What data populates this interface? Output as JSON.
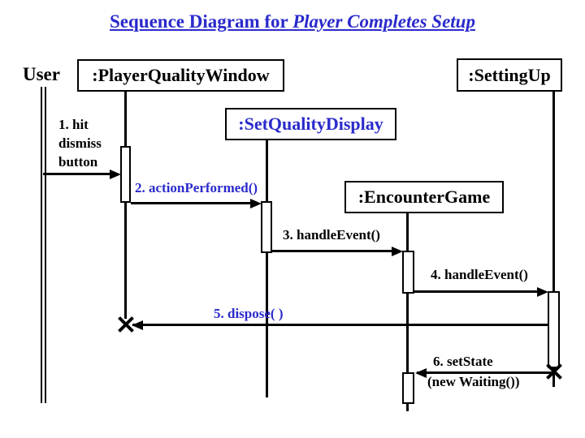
{
  "title": {
    "prefix": "Sequence Diagram for",
    "emphasis": "Player Completes Setup"
  },
  "colors": {
    "title_blue": "#2A2ACC",
    "message_blue": "#2A2ACC",
    "diagram_black": "#000000"
  },
  "user": {
    "label": "User"
  },
  "objects": [
    {
      "label": ":PlayerQualityWindow",
      "text_color": "#000000"
    },
    {
      "label": ":SetQualityDisplay",
      "text_color": "#2A2ACC"
    },
    {
      "label": ":EncounterGame",
      "text_color": "#000000"
    },
    {
      "label": ":SettingUp",
      "text_color": "#000000"
    }
  ],
  "messages": [
    {
      "num": "1",
      "label_lines": [
        "1. hit",
        "dismiss",
        "button"
      ],
      "color": "#000000",
      "direction": "right"
    },
    {
      "num": "2",
      "label": "2. actionPerformed()",
      "color": "#2A2ACC",
      "direction": "right"
    },
    {
      "num": "3",
      "label": "3. handleEvent()",
      "color": "#000000",
      "direction": "right"
    },
    {
      "num": "4",
      "label": "4. handleEvent()",
      "color": "#000000",
      "direction": "right"
    },
    {
      "num": "5",
      "label": "5. dispose( )",
      "color": "#2A2ACC",
      "direction": "left"
    },
    {
      "num": "6",
      "label": "6. setState",
      "label_line2": "(new Waiting())",
      "color": "#000000",
      "direction": "left"
    }
  ]
}
